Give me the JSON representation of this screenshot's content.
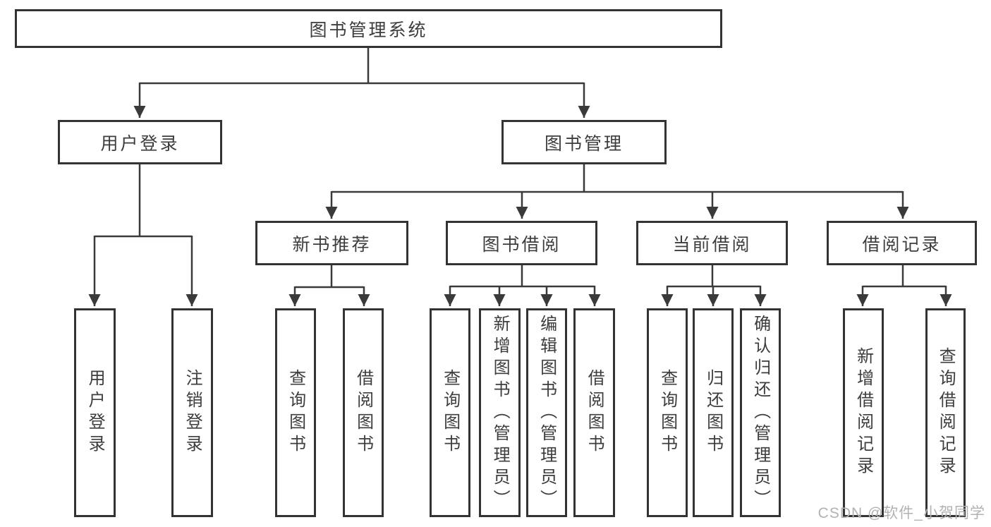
{
  "diagram": {
    "title": "图书管理系统",
    "root": {
      "label": "图书管理系统"
    },
    "level2": [
      {
        "label": "用户登录"
      },
      {
        "label": "图书管理"
      }
    ],
    "level3": [
      {
        "label": "新书推荐",
        "parent": "图书管理"
      },
      {
        "label": "图书借阅",
        "parent": "图书管理"
      },
      {
        "label": "当前借阅",
        "parent": "图书管理"
      },
      {
        "label": "借阅记录",
        "parent": "图书管理"
      }
    ],
    "leaves": [
      {
        "label": "用户登录",
        "parent": "用户登录"
      },
      {
        "label": "注销登录",
        "parent": "用户登录"
      },
      {
        "label": "查询图书",
        "parent": "新书推荐"
      },
      {
        "label": "借阅图书",
        "parent": "新书推荐"
      },
      {
        "label": "查询图书",
        "parent": "图书借阅"
      },
      {
        "label": "新增图书（管理员）",
        "parent": "图书借阅"
      },
      {
        "label": "编辑图书（管理员）",
        "parent": "图书借阅"
      },
      {
        "label": "借阅图书",
        "parent": "图书借阅"
      },
      {
        "label": "查询图书",
        "parent": "当前借阅"
      },
      {
        "label": "归还图书",
        "parent": "当前借阅"
      },
      {
        "label": "确认归还（管理员）",
        "parent": "当前借阅"
      },
      {
        "label": "新增借阅记录",
        "parent": "借阅记录"
      },
      {
        "label": "查询借阅记录",
        "parent": "借阅记录"
      }
    ]
  },
  "colors": {
    "line": "#3a3a3a",
    "box_border": "#333333",
    "text": "#3d3d3d",
    "background": "#ffffff",
    "watermark": "#b2b2b2"
  },
  "watermark": {
    "text": "CSDN @软件_小贺同学"
  }
}
